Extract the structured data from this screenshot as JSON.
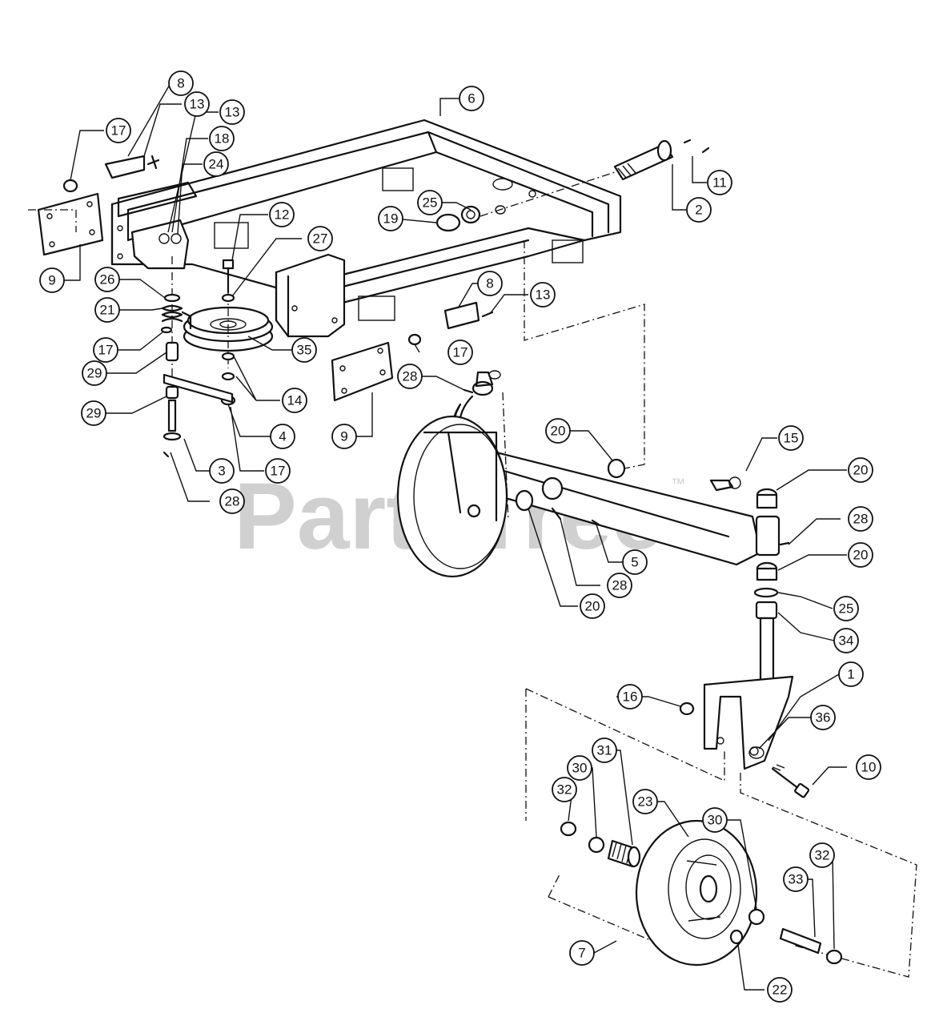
{
  "watermark": {
    "text": "PartsTree",
    "trademark": "™"
  },
  "callouts": [
    {
      "label": "1"
    },
    {
      "label": "2"
    },
    {
      "label": "3"
    },
    {
      "label": "4"
    },
    {
      "label": "5"
    },
    {
      "label": "6"
    },
    {
      "label": "7"
    },
    {
      "label": "8"
    },
    {
      "label": "8"
    },
    {
      "label": "9"
    },
    {
      "label": "9"
    },
    {
      "label": "10"
    },
    {
      "label": "11"
    },
    {
      "label": "12"
    },
    {
      "label": "13"
    },
    {
      "label": "13"
    },
    {
      "label": "13"
    },
    {
      "label": "14"
    },
    {
      "label": "15"
    },
    {
      "label": "16"
    },
    {
      "label": "17"
    },
    {
      "label": "17"
    },
    {
      "label": "17"
    },
    {
      "label": "17"
    },
    {
      "label": "18"
    },
    {
      "label": "19"
    },
    {
      "label": "20"
    },
    {
      "label": "20"
    },
    {
      "label": "20"
    },
    {
      "label": "20"
    },
    {
      "label": "21"
    },
    {
      "label": "22"
    },
    {
      "label": "23"
    },
    {
      "label": "24"
    },
    {
      "label": "25"
    },
    {
      "label": "25"
    },
    {
      "label": "26"
    },
    {
      "label": "27"
    },
    {
      "label": "28"
    },
    {
      "label": "28"
    },
    {
      "label": "28"
    },
    {
      "label": "28"
    },
    {
      "label": "29"
    },
    {
      "label": "29"
    },
    {
      "label": "30"
    },
    {
      "label": "30"
    },
    {
      "label": "31"
    },
    {
      "label": "32"
    },
    {
      "label": "32"
    },
    {
      "label": "33"
    },
    {
      "label": "34"
    },
    {
      "label": "35"
    },
    {
      "label": "36"
    }
  ]
}
